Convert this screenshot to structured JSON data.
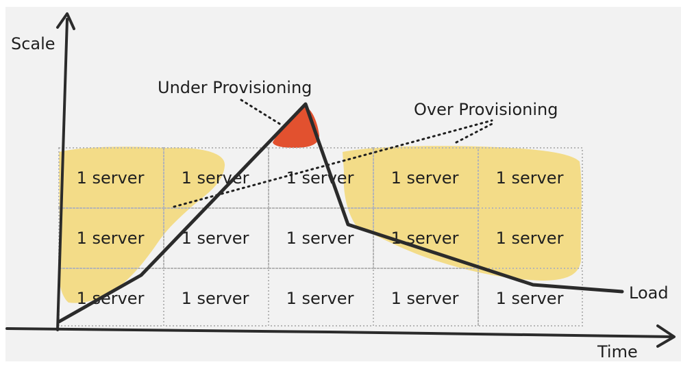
{
  "labels": {
    "y_axis": "Scale",
    "x_axis": "Time",
    "under_provisioning": "Under Provisioning",
    "over_provisioning": "Over Provisioning",
    "load": "Load"
  },
  "grid": {
    "rows": [
      [
        "1 server",
        "1 server",
        "1 server",
        "1 server",
        "1 server"
      ],
      [
        "1 server",
        "1 server",
        "1 server",
        "1 server",
        "1 server"
      ],
      [
        "1 server",
        "1 server",
        "1 server",
        "1 server",
        "1 server"
      ]
    ]
  },
  "colors": {
    "background": "#f2f2f2",
    "over_provisioning_highlight": "#f3dc88",
    "under_provisioning_highlight": "#e2512f",
    "line": "#2b2b2b",
    "grid_border": "#b5b5b5",
    "text": "#1f1f1f"
  }
}
